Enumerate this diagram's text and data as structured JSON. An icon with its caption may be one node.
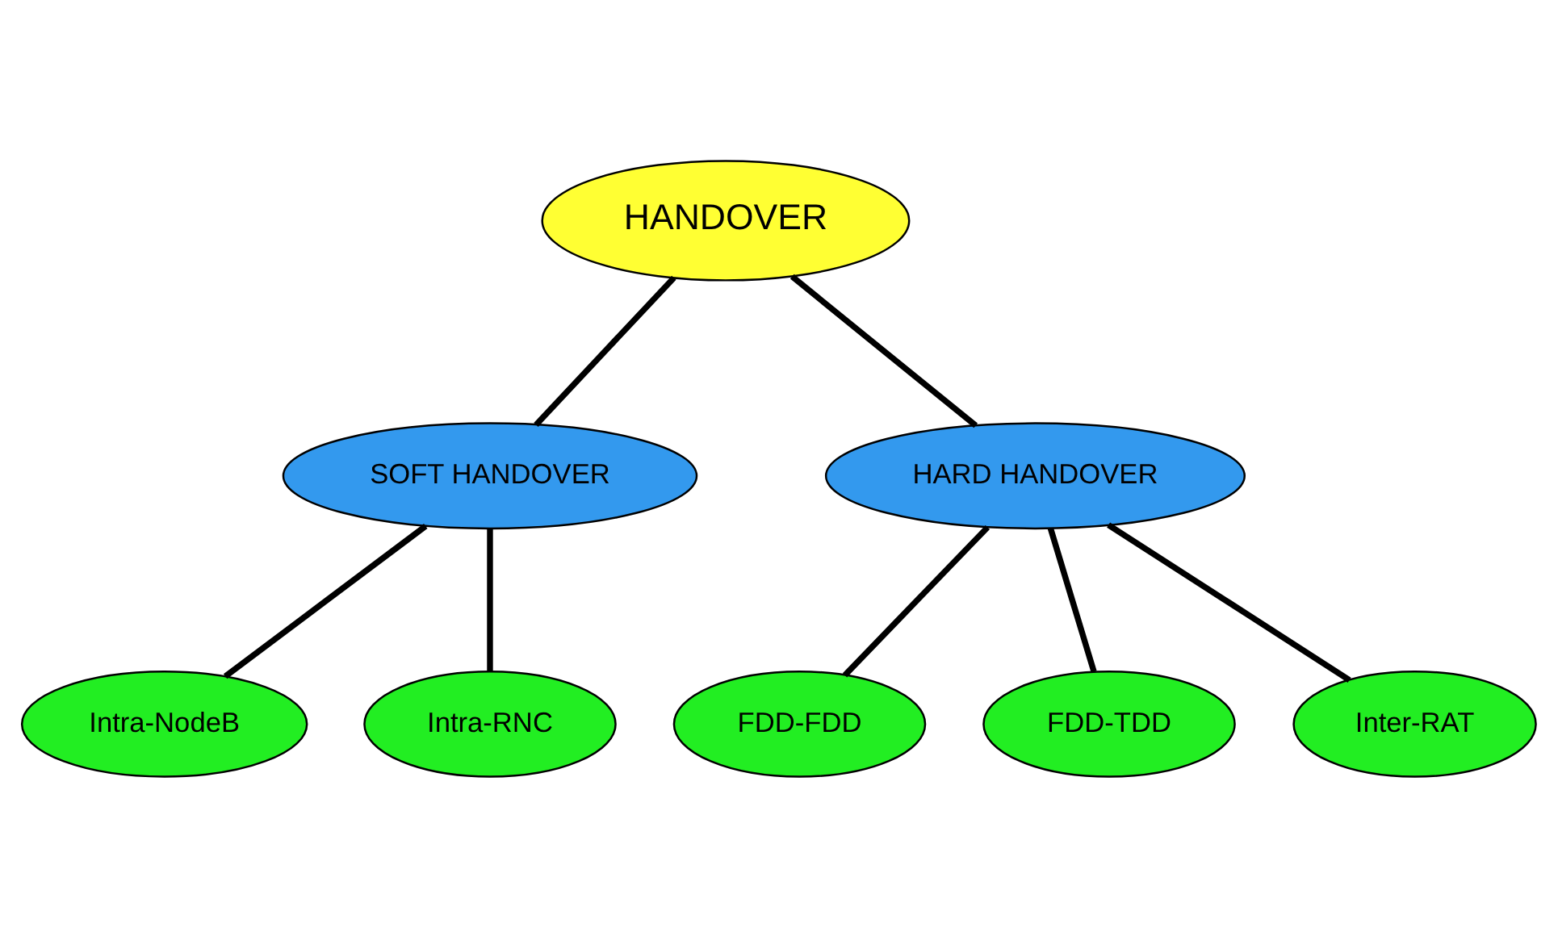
{
  "diagram": {
    "nodes": [
      {
        "text": [
          "HANDOVER"
        ]
      },
      {
        "text": [
          "SOFT HANDOVER"
        ]
      },
      {
        "text": [
          "HARD HANDOVER"
        ]
      },
      {
        "text": [
          "Intra-NodeB"
        ]
      },
      {
        "text": [
          "Intra-RNC"
        ]
      },
      {
        "text": [
          "FDD-FDD"
        ]
      },
      {
        "text": [
          "FDD-TDD"
        ]
      },
      {
        "text": [
          "Inter-RAT"
        ]
      }
    ],
    "edges": [
      {
        "from": 0,
        "to": 1,
        "arrow": "none"
      },
      {
        "from": 0,
        "to": 2,
        "arrow": "none"
      },
      {
        "from": 1,
        "to": 3,
        "arrow": "none"
      },
      {
        "from": 1,
        "to": 4,
        "arrow": "none"
      },
      {
        "from": 2,
        "to": 5,
        "arrow": "none"
      },
      {
        "from": 2,
        "to": 6,
        "arrow": "none"
      },
      {
        "from": 2,
        "to": 7,
        "arrow": "none"
      }
    ]
  }
}
